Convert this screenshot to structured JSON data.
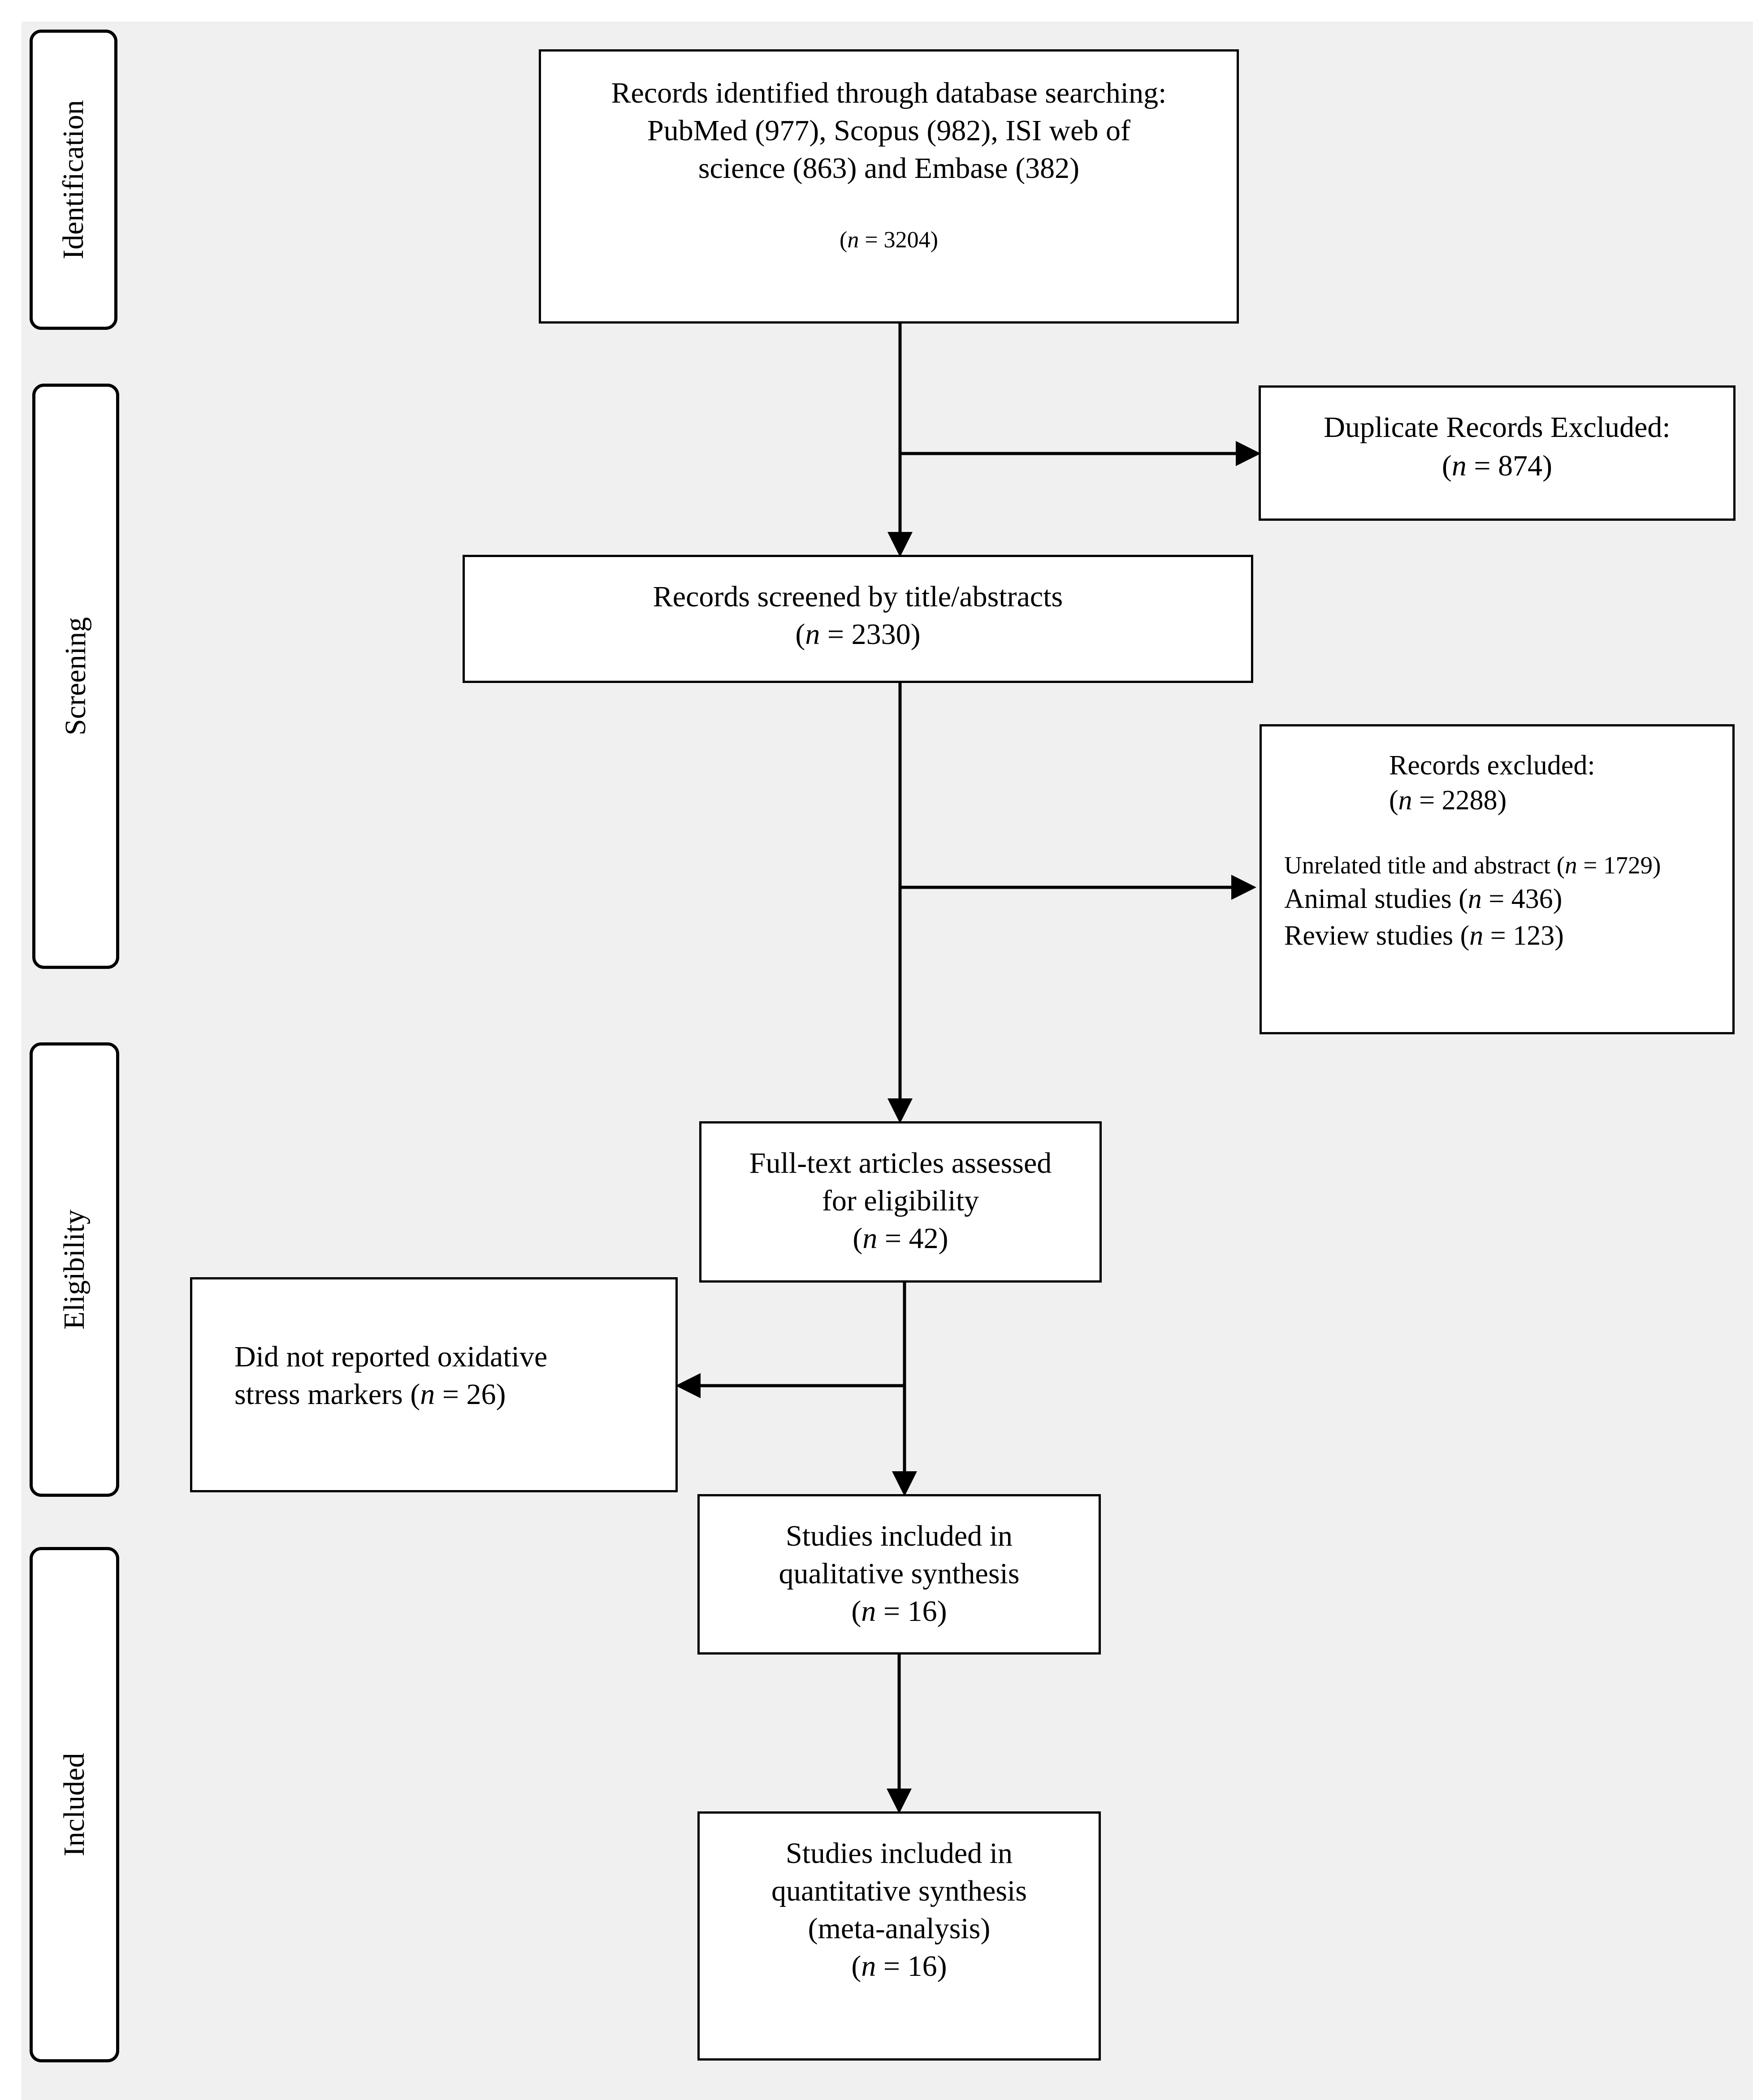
{
  "phases": {
    "identification": "Identification",
    "screening": "Screening",
    "eligibility": "Eligibility",
    "included": "Included"
  },
  "identified": {
    "line1": "Records identified through database searching:",
    "line2": "PubMed (977), Scopus (982), ISI web of",
    "line3": "science (863) and Embase (382)",
    "n_label": "n",
    "n_value": "= 3204)"
  },
  "duplicates": {
    "line1": "Duplicate Records Excluded:",
    "n_label": "n",
    "n_value": "= 874)"
  },
  "screened": {
    "line1": "Records screened by title/abstracts",
    "n_label": "n",
    "n_value": "= 2330)"
  },
  "excluded": {
    "line1": "Records excluded:",
    "n_label": "n",
    "n_value": "= 2288)",
    "reasons": [
      {
        "text": "Unrelated title and abstract (",
        "n_label": "n",
        "n_value": "= 1729)"
      },
      {
        "text": "Animal studies (",
        "n_label": "n",
        "n_value": "= 436)"
      },
      {
        "text": "Review studies (",
        "n_label": "n",
        "n_value": "= 123)"
      }
    ]
  },
  "fulltext": {
    "line1": "Full-text articles assessed",
    "line2": "for eligibility",
    "n_label": "n",
    "n_value": "= 42)"
  },
  "not_reported": {
    "line1": "Did not reported oxidative",
    "line2_text": "stress markers (",
    "n_label": "n",
    "n_value": "= 26)"
  },
  "qualitative": {
    "line1": "Studies included in",
    "line2": "qualitative synthesis",
    "n_label": "n",
    "n_value": "= 16)"
  },
  "quantitative": {
    "line1": "Studies included in",
    "line2": "quantitative synthesis",
    "line3": "(meta-analysis)",
    "n_label": "n",
    "n_value": "= 16)"
  }
}
